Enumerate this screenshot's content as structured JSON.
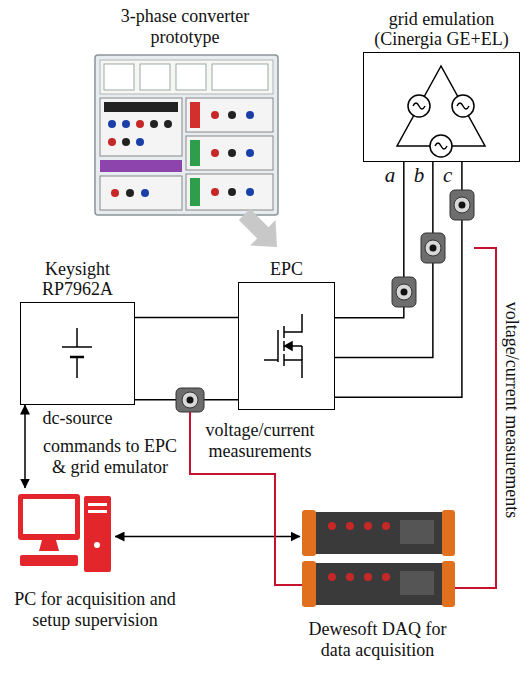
{
  "diagram": {
    "nodes": [
      {
        "text": [
          "grid emulation (Cinergia GE+EL)"
        ]
      },
      {
        "text": [
          "Keysight RP7962A",
          "dc-source"
        ]
      },
      {
        "text": [
          "EPC"
        ]
      },
      {
        "text": [
          "PC for acquisition and setup supervision"
        ]
      },
      {
        "text": [
          "Dewesoft DAQ for data acquisition"
        ]
      }
    ],
    "edges": [
      {
        "from": 1,
        "to": 2,
        "arrow": "none"
      },
      {
        "from": 1,
        "to": 2,
        "arrow": "none"
      },
      {
        "from": 2,
        "to": 0,
        "label": "a",
        "arrow": "none"
      },
      {
        "from": 2,
        "to": 0,
        "label": "b",
        "arrow": "none"
      },
      {
        "from": 2,
        "to": 0,
        "label": "c",
        "arrow": "none"
      },
      {
        "from": 3,
        "to": 1,
        "label": "commands to EPC & grid emulator",
        "arrow": "both"
      },
      {
        "from": 3,
        "to": 4,
        "arrow": "both"
      }
    ],
    "labels": [
      "3-phase converter prototype",
      "voltage/current measurements",
      "voltage/current measurements"
    ]
  }
}
